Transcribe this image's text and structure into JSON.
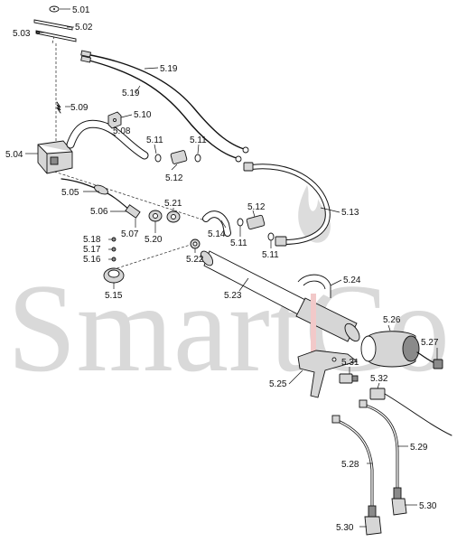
{
  "watermark": "SmartCo",
  "parts": [
    {
      "id": "p501",
      "label": "5.01"
    },
    {
      "id": "p502",
      "label": "5.02"
    },
    {
      "id": "p503",
      "label": "5.03"
    },
    {
      "id": "p504",
      "label": "5.04"
    },
    {
      "id": "p505",
      "label": "5.05"
    },
    {
      "id": "p506",
      "label": "5.06"
    },
    {
      "id": "p507",
      "label": "5.07"
    },
    {
      "id": "p508",
      "label": "5.08"
    },
    {
      "id": "p509",
      "label": "5.09"
    },
    {
      "id": "p510",
      "label": "5.10"
    },
    {
      "id": "p511a",
      "label": "5.11"
    },
    {
      "id": "p511b",
      "label": "5.11"
    },
    {
      "id": "p511c",
      "label": "5.11"
    },
    {
      "id": "p511d",
      "label": "5.11"
    },
    {
      "id": "p512a",
      "label": "5.12"
    },
    {
      "id": "p512b",
      "label": "5.12"
    },
    {
      "id": "p513",
      "label": "5.13"
    },
    {
      "id": "p514",
      "label": "5.14"
    },
    {
      "id": "p515",
      "label": "5.15"
    },
    {
      "id": "p516",
      "label": "5.16"
    },
    {
      "id": "p517",
      "label": "5.17"
    },
    {
      "id": "p518",
      "label": "5.18"
    },
    {
      "id": "p519a",
      "label": "5.19"
    },
    {
      "id": "p519b",
      "label": "5.19"
    },
    {
      "id": "p520",
      "label": "5.20"
    },
    {
      "id": "p521",
      "label": "5.21"
    },
    {
      "id": "p522",
      "label": "5.22"
    },
    {
      "id": "p523",
      "label": "5.23"
    },
    {
      "id": "p524",
      "label": "5.24"
    },
    {
      "id": "p525",
      "label": "5.25"
    },
    {
      "id": "p526",
      "label": "5.26"
    },
    {
      "id": "p527",
      "label": "5.27"
    },
    {
      "id": "p528",
      "label": "5.28"
    },
    {
      "id": "p529",
      "label": "5.29"
    },
    {
      "id": "p530a",
      "label": "5.30"
    },
    {
      "id": "p530b",
      "label": "5.30"
    },
    {
      "id": "p531",
      "label": "5.31"
    },
    {
      "id": "p532",
      "label": "5.32"
    }
  ]
}
